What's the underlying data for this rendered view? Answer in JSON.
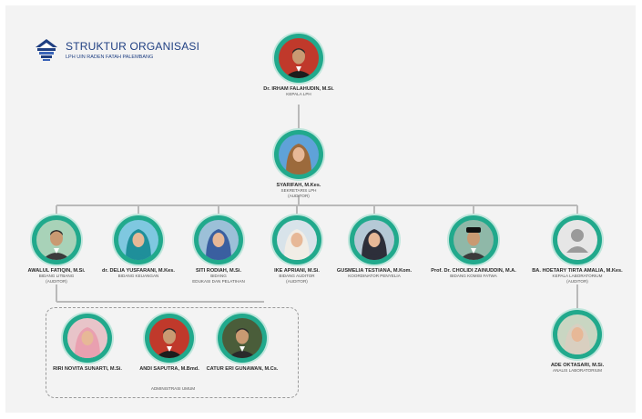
{
  "header": {
    "title": "STRUKTUR ORGANISASI",
    "subtitle": "LPH UIN RADEN FATAH PALEMBANG"
  },
  "nodes": [
    {
      "name": "Dr. IRHAM FALAHUDIN, M.Si.",
      "role": "KEPALA LPH",
      "photo": "man-red"
    },
    {
      "name": "SYARIFAH, M.Kes.",
      "role": "SEKRETARIS LPH\n(AUDITOR)",
      "photo": "woman-hijab-brown"
    },
    {
      "name": "AWALUL FATIQIN, M.Si.",
      "role": "BIDANG LITBANG\n(AUDITOR)",
      "photo": "man-green"
    },
    {
      "name": "dr. DELIA YUSFARANI, M.Kes.",
      "role": "BIDANG KEUANGAN",
      "photo": "woman-hijab-teal"
    },
    {
      "name": "SITI RODIAH, M.Si.",
      "role": "BIDANG\nEDUKASI DAN PELATIHAN",
      "photo": "woman-hijab-blue"
    },
    {
      "name": "IKE APRIANI, M.Si.",
      "role": "BIDANG AUDITOR\n(AUDITOR)",
      "photo": "woman-hijab-white"
    },
    {
      "name": "GUSMELIA TESTIANA, M.Kom.",
      "role": "KOORDINATOR PENYELIA",
      "photo": "woman-hijab-dark"
    },
    {
      "name": "Prof. Dr. CHOLIDI ZAINUDDIN, M.A.",
      "role": "BIDANG KOMISI FATWA",
      "photo": "man-peci"
    },
    {
      "name": "BA. HOETARY TIRTA AMALIA, M.Kes.",
      "role": "KEPALA LABORATORIUM\n(AUDITOR)",
      "photo": "placeholder"
    },
    {
      "name": "RIRI NOVITA SUNARTI, M.Si.",
      "role": "",
      "photo": "woman-hijab-pink"
    },
    {
      "name": "ANDI SAPUTRA, M.Bmd.",
      "role": "",
      "photo": "man-red"
    },
    {
      "name": "CATUR ERI GUNAWAN, M.Cs.",
      "role": "",
      "photo": "man-dark"
    },
    {
      "name": "ADE OKTASARI, M.Si.",
      "role": "ANALIS LABORATORIUM",
      "photo": "woman-hijab-office"
    }
  ],
  "admin_group_label": "ADMINISTRASI UMUM",
  "edges": [
    [
      0,
      1
    ],
    [
      1,
      2
    ],
    [
      1,
      3
    ],
    [
      1,
      4
    ],
    [
      1,
      5
    ],
    [
      1,
      6
    ],
    [
      1,
      7
    ],
    [
      1,
      8
    ],
    [
      2,
      9
    ],
    [
      2,
      10
    ],
    [
      2,
      11
    ],
    [
      8,
      12
    ]
  ],
  "colors": {
    "ring": "#21a98c",
    "ring_outer": "#bfe6dc",
    "connector": "#b9b9b9",
    "title": "#1f3f82",
    "panel": "#f3f3f3"
  }
}
